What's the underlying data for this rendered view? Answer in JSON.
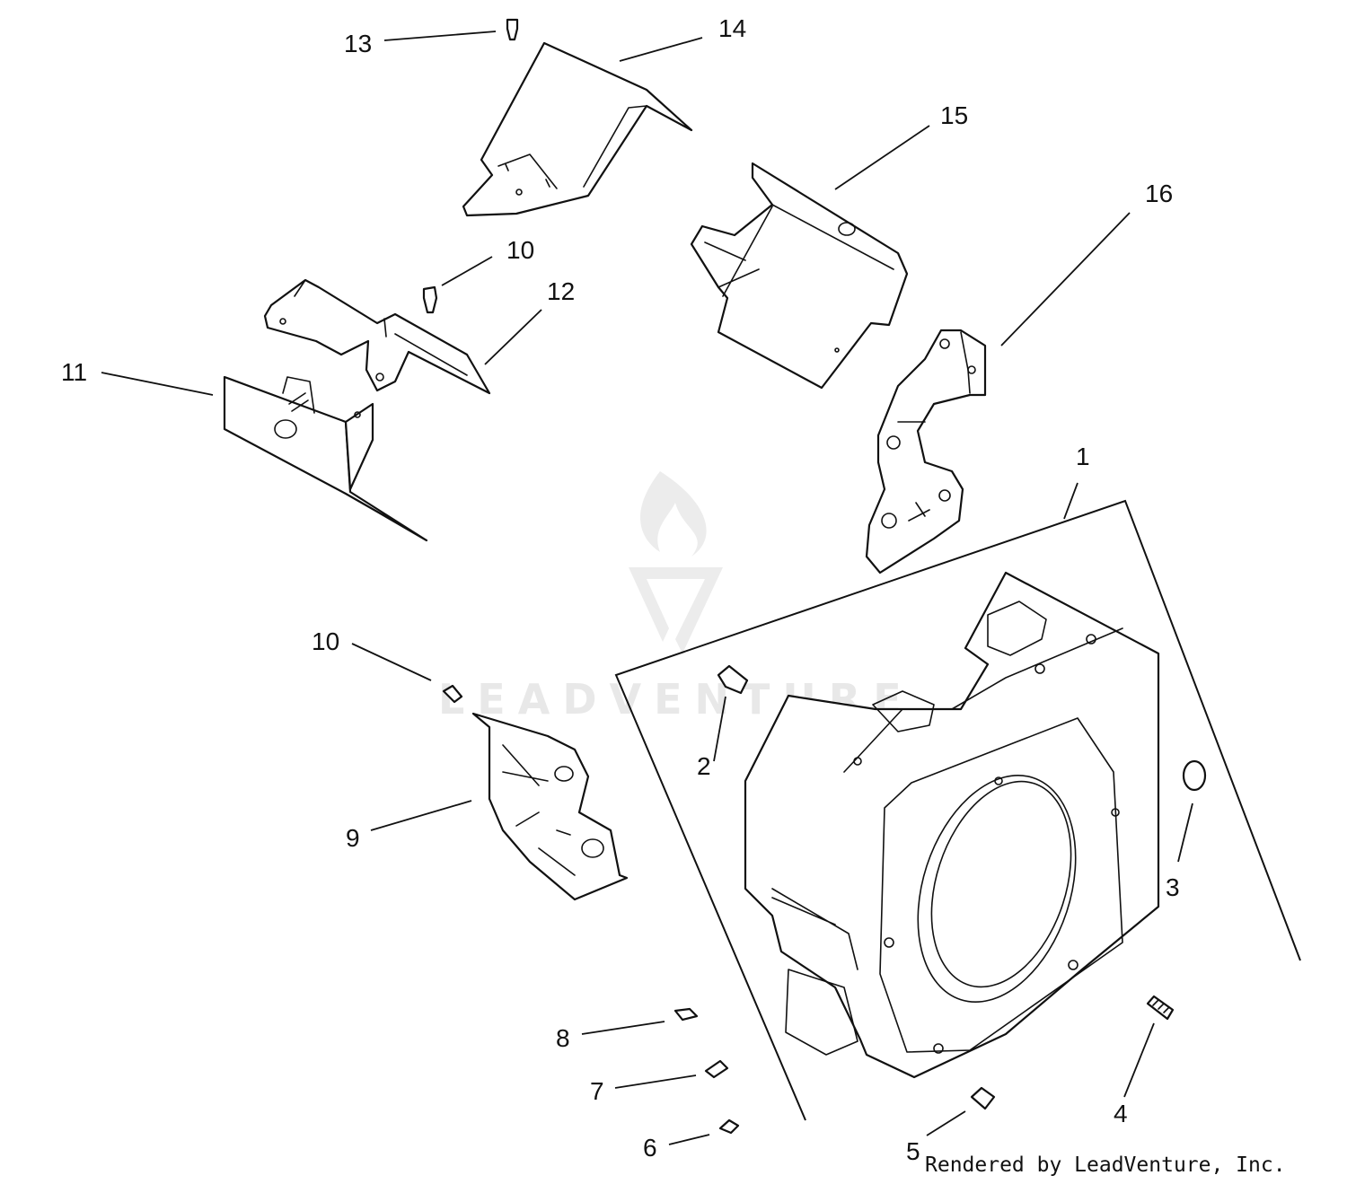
{
  "callouts": [
    {
      "id": "c1",
      "label": "1"
    },
    {
      "id": "c2",
      "label": "2"
    },
    {
      "id": "c3",
      "label": "3"
    },
    {
      "id": "c4",
      "label": "4"
    },
    {
      "id": "c5",
      "label": "5"
    },
    {
      "id": "c6",
      "label": "6"
    },
    {
      "id": "c7",
      "label": "7"
    },
    {
      "id": "c8",
      "label": "8"
    },
    {
      "id": "c9",
      "label": "9"
    },
    {
      "id": "c10a",
      "label": "10"
    },
    {
      "id": "c10b",
      "label": "10"
    },
    {
      "id": "c11",
      "label": "11"
    },
    {
      "id": "c12",
      "label": "12"
    },
    {
      "id": "c13",
      "label": "13"
    },
    {
      "id": "c14",
      "label": "14"
    },
    {
      "id": "c15",
      "label": "15"
    },
    {
      "id": "c16",
      "label": "16"
    }
  ],
  "watermark": {
    "text": "LEADVENTURE",
    "logo_icon": "flame-v-logo-icon"
  },
  "credit": "Rendered by LeadVenture, Inc.",
  "colors": {
    "line": "#111111",
    "background": "#ffffff",
    "watermark": "#e8e8e8"
  }
}
